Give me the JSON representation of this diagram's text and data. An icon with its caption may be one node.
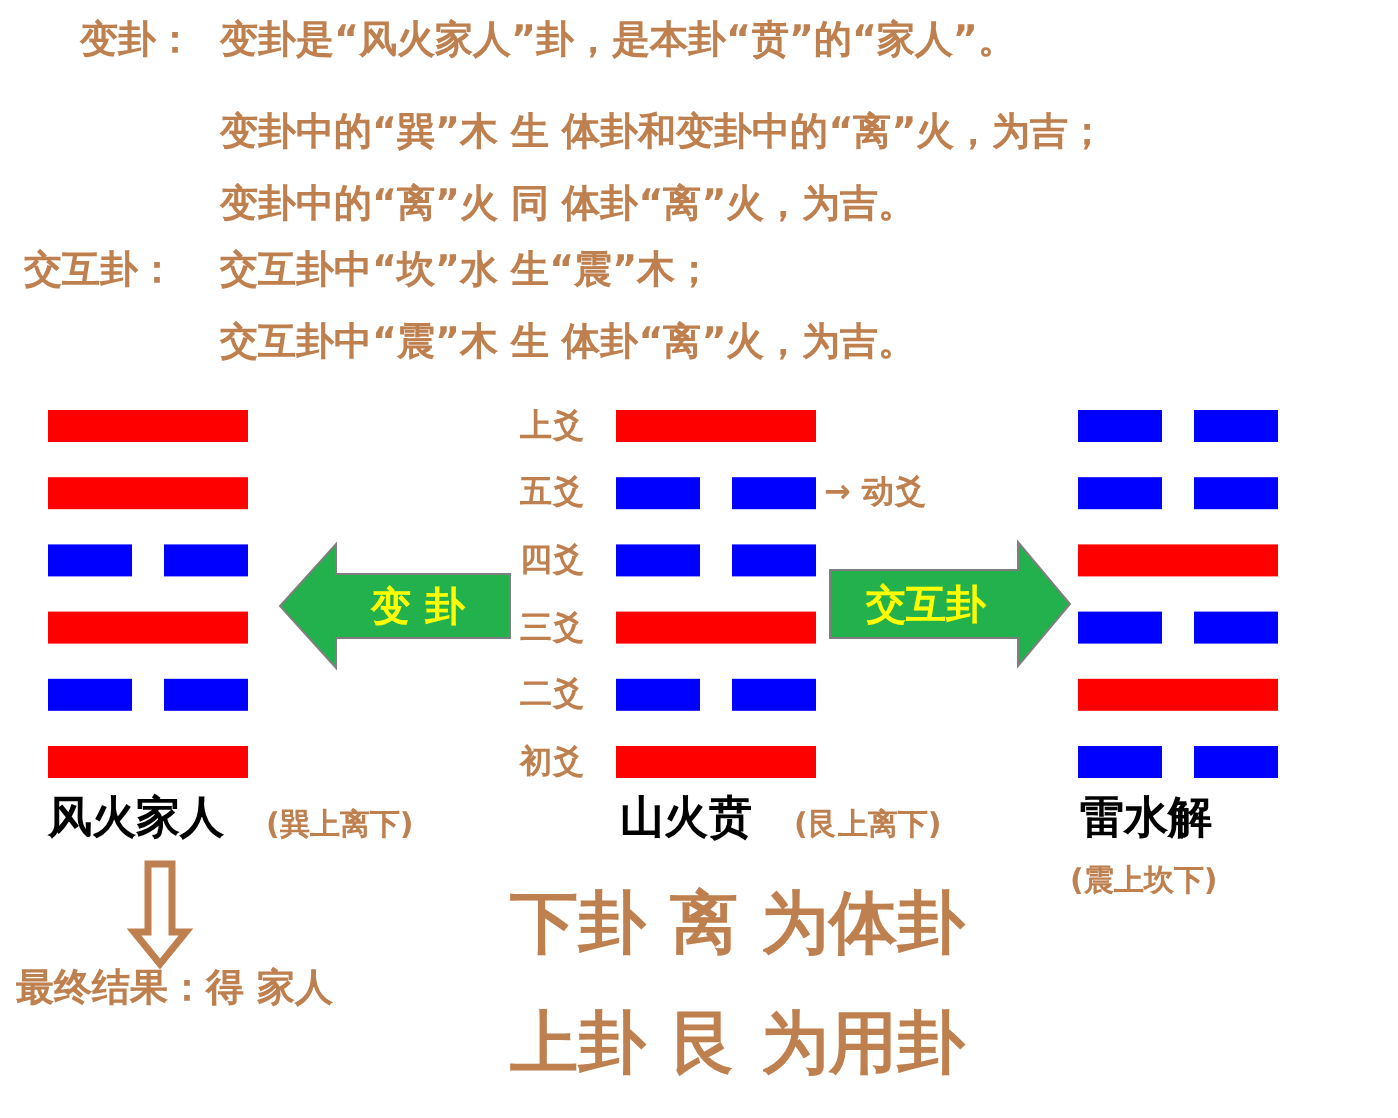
{
  "diagram": {
    "nodes": [
      {
        "text": [
          "风火家人"
        ],
        "beside": [
          "(巽上离下)"
        ]
      },
      {
        "text": [
          "山火贲"
        ],
        "beside": [
          "(艮上离下)"
        ]
      },
      {
        "text": [
          "雷水解"
        ],
        "beside": [
          "(震上坎下)"
        ]
      },
      {
        "text": [
          "最终结果：得 家人"
        ]
      }
    ],
    "edges": [
      {
        "from": 1,
        "to": 0,
        "arrow": "to",
        "label": "变 卦"
      },
      {
        "from": 1,
        "to": 2,
        "arrow": "to",
        "label": "交互卦"
      },
      {
        "from": 0,
        "to": 3,
        "arrow": "to",
        "color": "#bf8050"
      }
    ],
    "labels": [
      "变卦：",
      "变卦是“风火家人”卦，是本卦“贲”的“家人”。",
      "变卦中的“巽”木 生 体卦和变卦中的“离”火，为吉；",
      "变卦中的“离”火 同 体卦“离”火，为吉。",
      "交互卦：",
      "交互卦中“坎”水 生“震”木；",
      "交互卦中“震”木 生 体卦“离”火，为吉。",
      "上爻",
      "五爻",
      "→ 动爻",
      "四爻",
      "三爻",
      "二爻",
      "初爻",
      "下卦 离 为体卦",
      "上卦 艮 为用卦"
    ]
  }
}
